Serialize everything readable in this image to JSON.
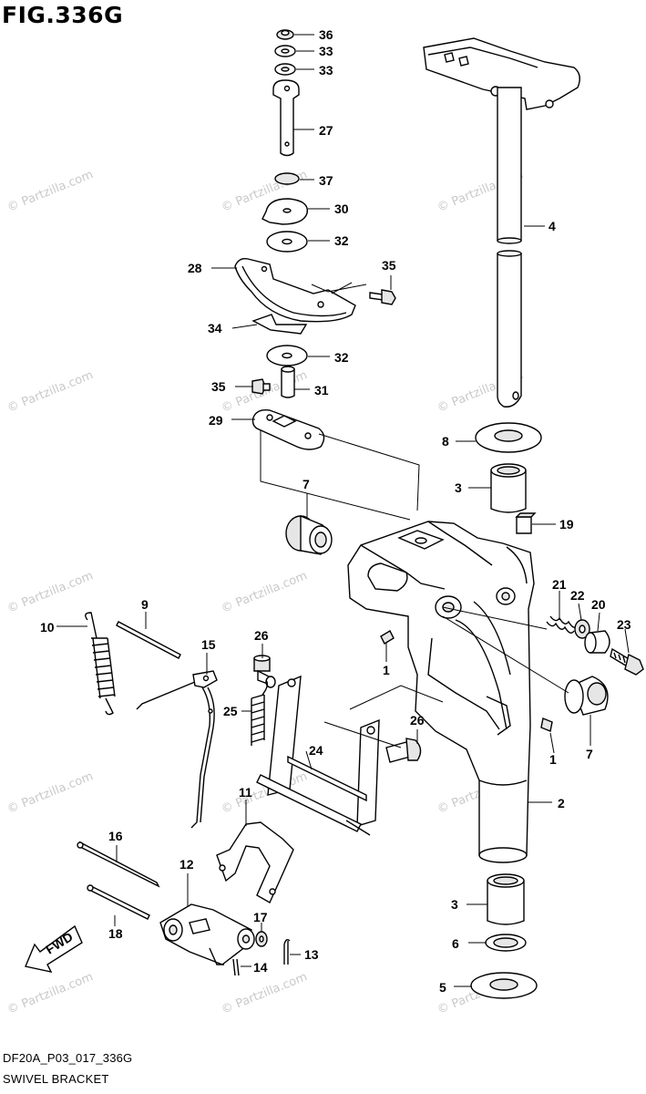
{
  "figure": {
    "title": "FIG.336G"
  },
  "footer": {
    "code": "DF20A_P03_017_336G",
    "name": "SWIVEL BRACKET"
  },
  "watermark": "© Partzilla.com",
  "fwd_label": "FWD",
  "callouts": [
    "36",
    "33",
    "33",
    "27",
    "37",
    "30",
    "32",
    "28",
    "35",
    "34",
    "32",
    "35",
    "31",
    "29",
    "4",
    "8",
    "3",
    "19",
    "7",
    "9",
    "10",
    "15",
    "26",
    "21",
    "22",
    "20",
    "23",
    "25",
    "24",
    "1",
    "1",
    "26",
    "7",
    "11",
    "2",
    "16",
    "12",
    "3",
    "6",
    "18",
    "17",
    "13",
    "14",
    "5"
  ]
}
